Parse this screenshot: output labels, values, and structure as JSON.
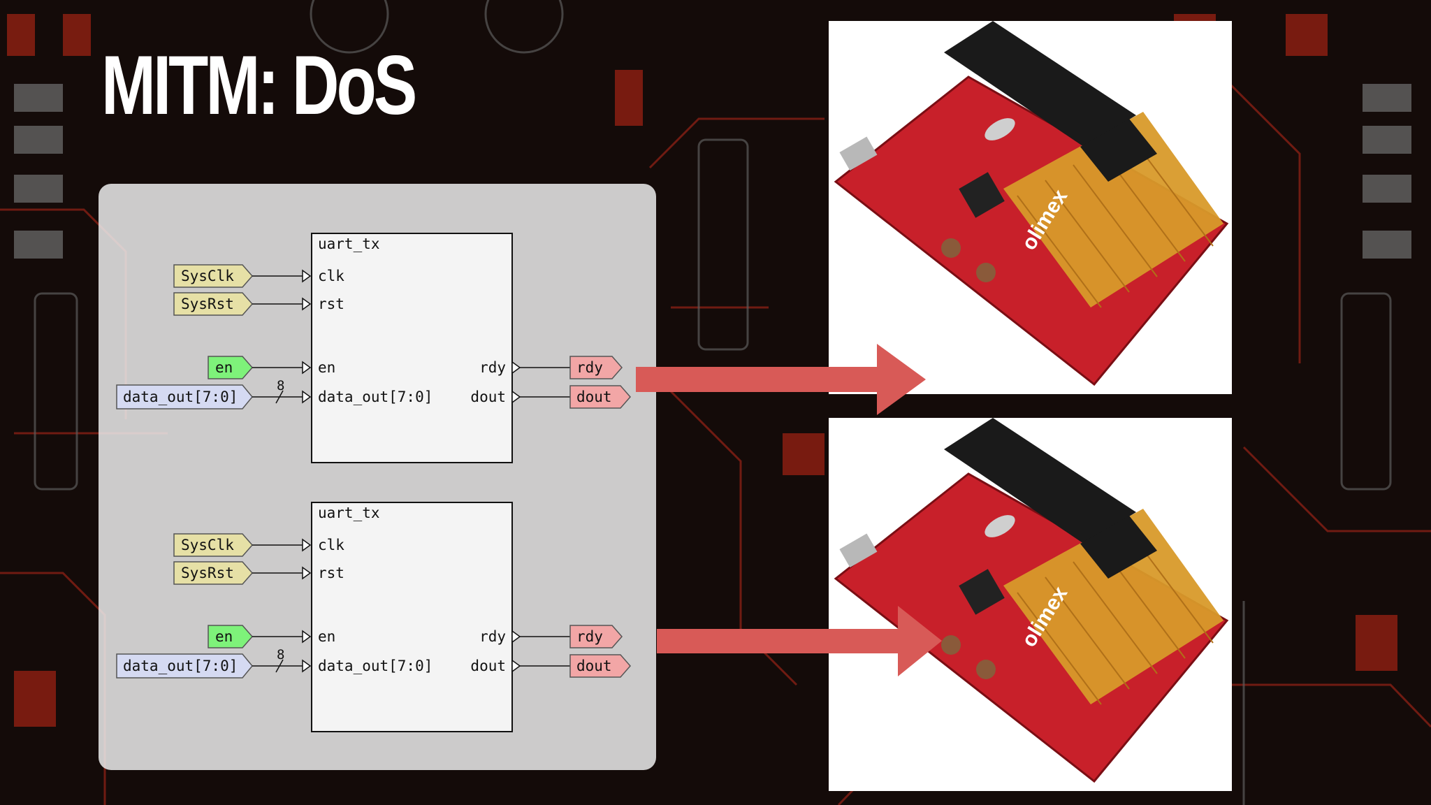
{
  "slide": {
    "title": "MITM: DoS"
  },
  "diagrams": [
    {
      "module_name": "uart_tx",
      "inputs": [
        {
          "label": "SysClk",
          "port": "clk",
          "color": "#e6e0a6"
        },
        {
          "label": "SysRst",
          "port": "rst",
          "color": "#e6e0a6"
        },
        {
          "label": "en",
          "port": "en",
          "color": "#7ef27a"
        },
        {
          "label": "data_out[7:0]",
          "port": "data_out[7:0]",
          "color": "#d5daf2",
          "bus_width": "8"
        }
      ],
      "outputs": [
        {
          "label": "rdy",
          "port": "rdy",
          "color": "#f2a6a6"
        },
        {
          "label": "dout",
          "port": "dout",
          "color": "#f2a6a6"
        }
      ]
    },
    {
      "module_name": "uart_tx",
      "inputs": [
        {
          "label": "SysClk",
          "port": "clk",
          "color": "#e6e0a6"
        },
        {
          "label": "SysRst",
          "port": "rst",
          "color": "#e6e0a6"
        },
        {
          "label": "en",
          "port": "en",
          "color": "#7ef27a"
        },
        {
          "label": "data_out[7:0]",
          "port": "data_out[7:0]",
          "color": "#d5daf2",
          "bus_width": "8"
        }
      ],
      "outputs": [
        {
          "label": "rdy",
          "port": "rdy",
          "color": "#f2a6a6"
        },
        {
          "label": "dout",
          "port": "dout",
          "color": "#f2a6a6"
        }
      ]
    }
  ],
  "boards": [
    {
      "image": "olimex-red-dev-board",
      "brand_text": "olimex"
    },
    {
      "image": "olimex-red-dev-board",
      "brand_text": "olimex"
    }
  ],
  "colors": {
    "arrow": "#d85a57",
    "board_red": "#c8202a",
    "proto_gold": "#d89a2a"
  }
}
